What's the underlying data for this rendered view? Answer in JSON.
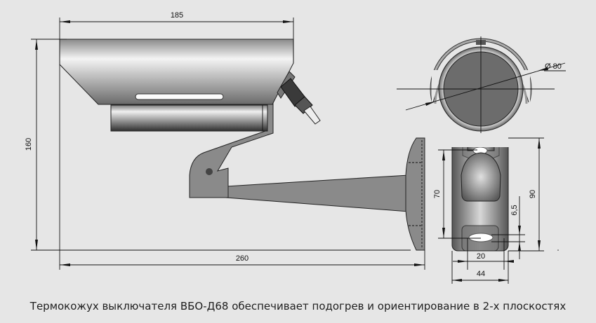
{
  "dimensions": {
    "housing_length": "185",
    "total_height": "160",
    "total_length": "260",
    "diameter": "Ø 80",
    "mount_height": "90",
    "hole_spacing": "70",
    "slot_height": "6,5",
    "slot_width": "20",
    "mount_width": "44"
  },
  "caption": "Термокожух выключателя ВБО-Д68 обеспечивает подогрев и ориентирование в 2-х плоскостях"
}
